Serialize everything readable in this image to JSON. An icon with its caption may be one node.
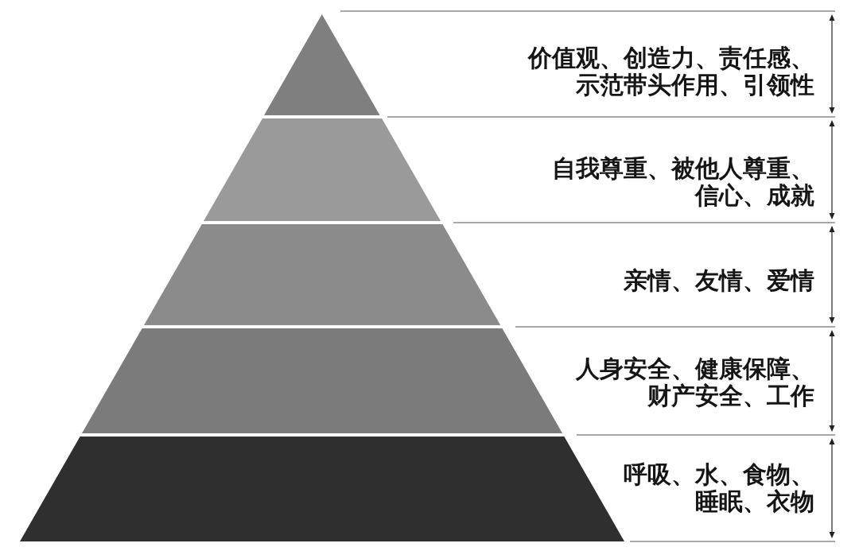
{
  "diagram": {
    "nodes": [
      {
        "text": [],
        "shape": "triangle"
      },
      {
        "text": [],
        "shape": "trapezoid"
      },
      {
        "text": [],
        "shape": "trapezoid"
      },
      {
        "text": [],
        "shape": "trapezoid"
      },
      {
        "text": [],
        "shape": "trapezoid"
      }
    ],
    "labels": [
      "价值观、创造力、责任感、示范带头作用、引领性",
      "自我尊重、被他人尊重、信心、成就",
      "亲情、友情、爱情",
      "人身安全、健康保障、财产安全、工作",
      "呼吸、水、食物、睡眠、衣物"
    ]
  }
}
